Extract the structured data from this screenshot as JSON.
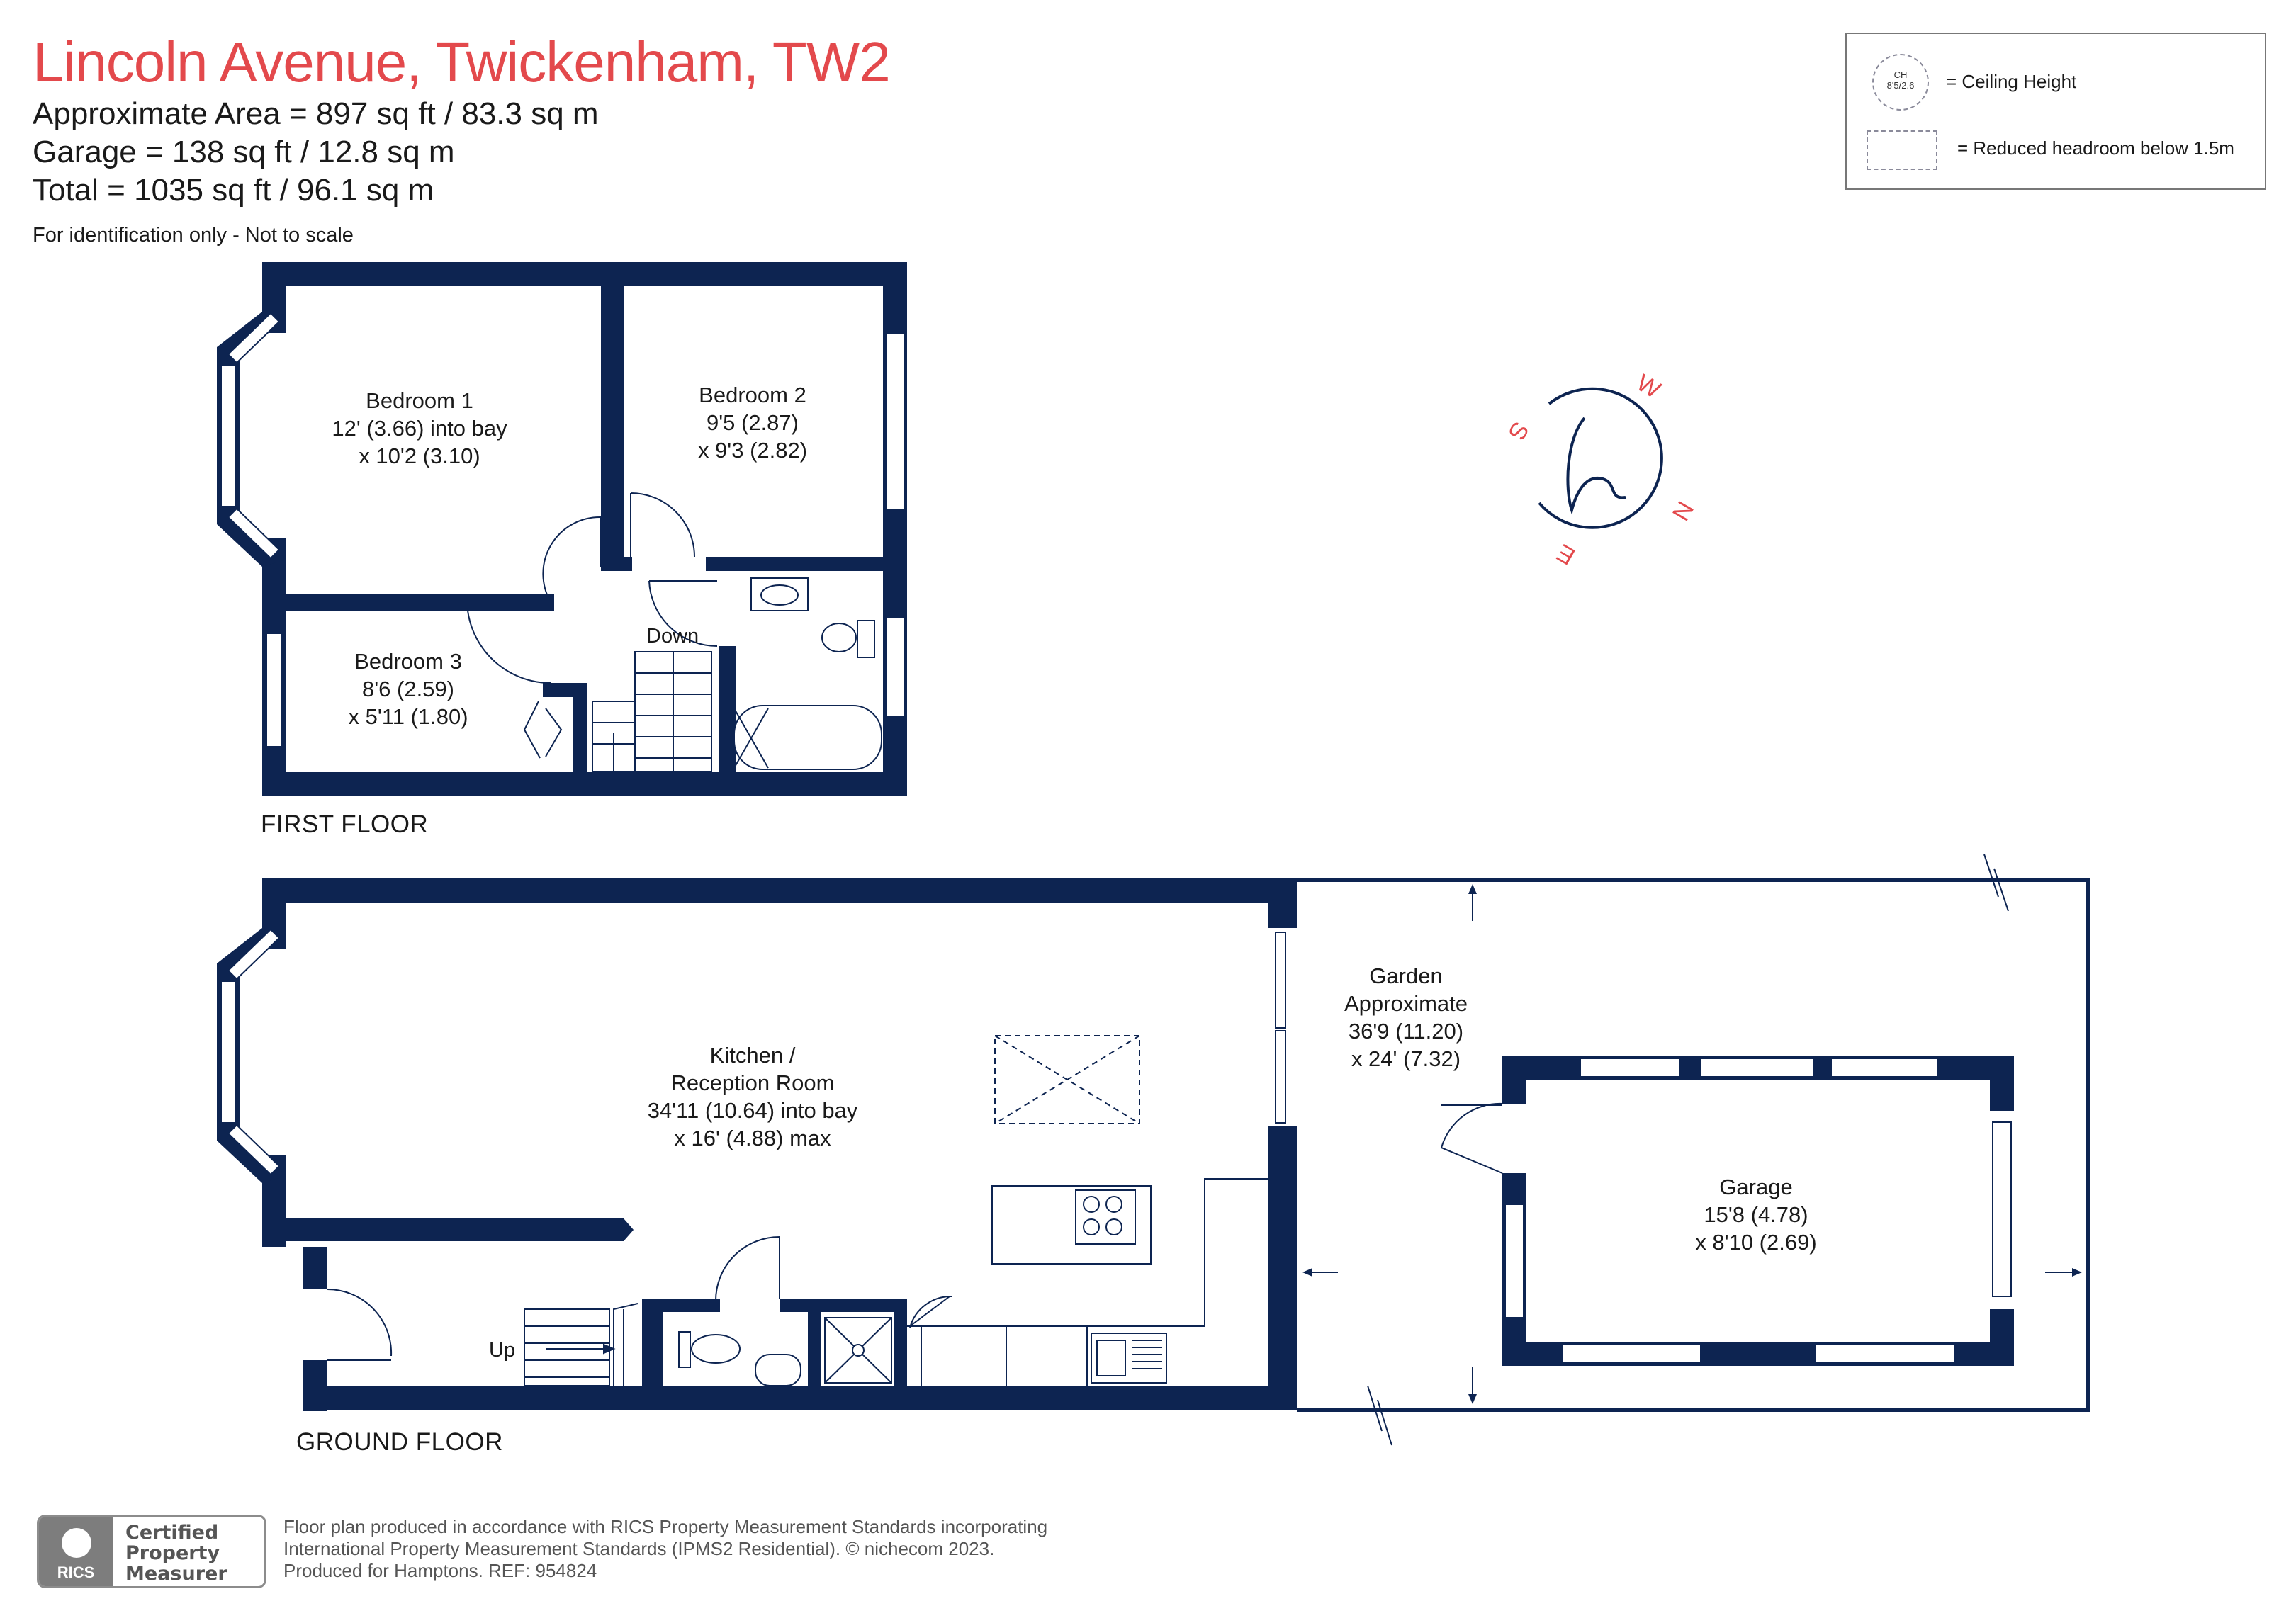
{
  "header": {
    "title": "Lincoln Avenue, Twickenham, TW2",
    "approx_area": "Approximate Area = 897 sq ft / 83.3 sq m",
    "garage_area": "Garage = 138 sq ft / 12.8 sq m",
    "total_area": "Total = 1035 sq ft / 96.1 sq m",
    "note": "For identification only - Not to scale"
  },
  "legend": {
    "ch_line1": "CH",
    "ch_line2": "8'5/2.6",
    "ceiling_height": "= Ceiling Height",
    "reduced_headroom": "= Reduced headroom below 1.5m"
  },
  "compass": {
    "w": "W",
    "n": "N",
    "e": "E",
    "s": "S"
  },
  "first_floor": {
    "label": "FIRST FLOOR",
    "bedroom1": {
      "name": "Bedroom 1",
      "dim1": "12' (3.66) into bay",
      "dim2": "x 10'2 (3.10)"
    },
    "bedroom2": {
      "name": "Bedroom 2",
      "dim1": "9'5 (2.87)",
      "dim2": "x 9'3 (2.82)"
    },
    "bedroom3": {
      "name": "Bedroom 3",
      "dim1": "8'6 (2.59)",
      "dim2": "x 5'11 (1.80)"
    },
    "stairs_label": "Down"
  },
  "ground_floor": {
    "label": "GROUND FLOOR",
    "kitchen": {
      "name": "Kitchen /",
      "name2": "Reception Room",
      "dim1": "34'11 (10.64) into bay",
      "dim2": "x 16' (4.88) max"
    },
    "garden": {
      "name": "Garden",
      "name2": "Approximate",
      "dim1": "36'9 (11.20)",
      "dim2": "x 24' (7.32)"
    },
    "garage": {
      "name": "Garage",
      "dim1": "15'8 (4.78)",
      "dim2": "x 8'10 (2.69)"
    },
    "stairs_label": "Up"
  },
  "badge": {
    "brand": "RICS",
    "line1": "Certified",
    "line2": "Property",
    "line3": "Measurer"
  },
  "footer": {
    "line1": "Floor plan produced in accordance with RICS Property Measurement Standards incorporating",
    "line2": "International Property Measurement Standards (IPMS2 Residential).  © nichecom 2023.",
    "line3": "Produced for Hamptons.   REF:   954824"
  },
  "colors": {
    "wall": "#0d2451",
    "title": "#e3494c",
    "text": "#1a1a1a"
  }
}
